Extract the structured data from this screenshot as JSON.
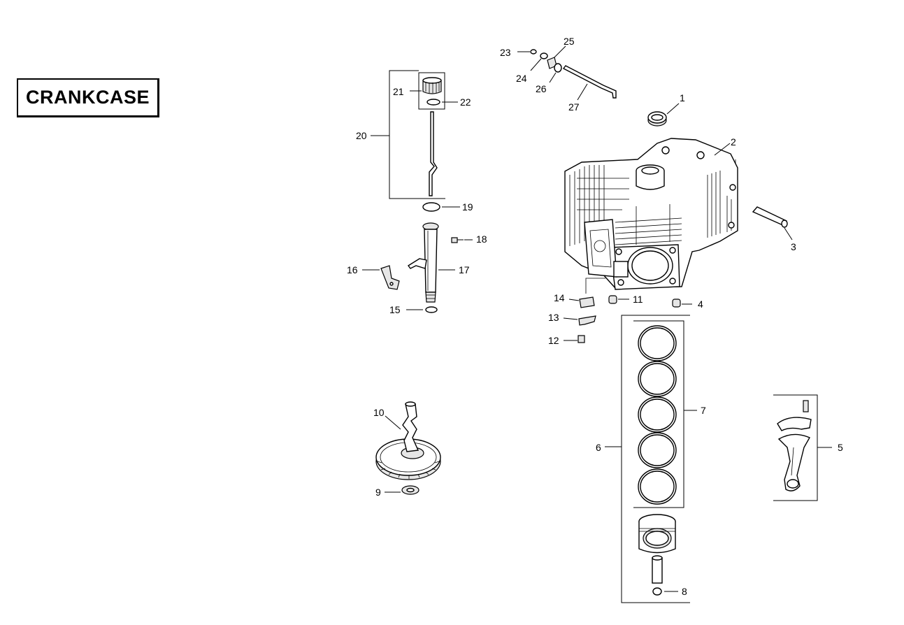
{
  "title": "CRANKCASE",
  "callouts": {
    "c1": "1",
    "c2": "2",
    "c3": "3",
    "c4": "4",
    "c5": "5",
    "c6": "6",
    "c7": "7",
    "c8": "8",
    "c9": "9",
    "c10": "10",
    "c11": "11",
    "c12": "12",
    "c13": "13",
    "c14": "14",
    "c15": "15",
    "c16": "16",
    "c17": "17",
    "c18": "18",
    "c19": "19",
    "c20": "20",
    "c21": "21",
    "c22": "22",
    "c23": "23",
    "c24": "24",
    "c25": "25",
    "c26": "26",
    "c27": "27"
  }
}
